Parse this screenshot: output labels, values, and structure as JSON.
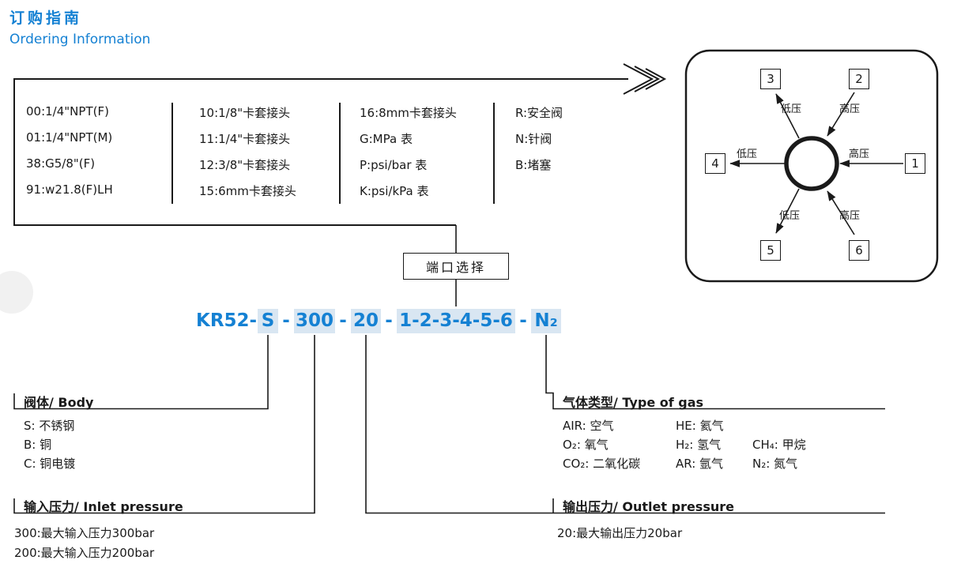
{
  "header": {
    "title_cn": "订购指南",
    "title_en": "Ordering Information"
  },
  "options_box": {
    "col1": [
      "00:1/4\"NPT(F)",
      "01:1/4\"NPT(M)",
      "38:G5/8\"(F)",
      "91:w21.8(F)LH"
    ],
    "col2": [
      "10:1/8\"卡套接头",
      "11:1/4\"卡套接头",
      "12:3/8\"卡套接头",
      "15:6mm卡套接头"
    ],
    "col3": [
      "16:8mm卡套接头",
      "G:MPa 表",
      "P:psi/bar 表",
      "K:psi/kPa 表"
    ],
    "col4": [
      "R:安全阀",
      "N:针阀",
      "B:堵塞"
    ]
  },
  "port_selector": {
    "label": "端口选择"
  },
  "port_diagram": {
    "ports": [
      "1",
      "2",
      "3",
      "4",
      "5",
      "6"
    ],
    "low": "低压",
    "high": "高压"
  },
  "order_code": {
    "prefix": "KR52-",
    "sep": "-",
    "body": "S",
    "inlet": "300",
    "outlet": "20",
    "ports": "1-2-3-4-5-6",
    "gas": "N₂"
  },
  "sections": {
    "body": {
      "title": "阀体/ Body",
      "items": [
        "S: 不锈钢",
        "B: 铜",
        "C: 铜电镀"
      ]
    },
    "gas": {
      "title": "气体类型/ Type of gas",
      "rows": [
        [
          "AIR: 空气",
          "HE: 氦气"
        ],
        [
          "O₂: 氧气",
          "H₂: 氢气",
          "CH₄: 甲烷"
        ],
        [
          "CO₂: 二氧化碳",
          "AR: 氩气",
          "N₂: 氮气"
        ]
      ]
    },
    "inlet": {
      "title": "输入压力/ Inlet pressure",
      "items": [
        "300:最大输入压力300bar",
        "200:最大输入压力200bar"
      ]
    },
    "outlet": {
      "title": "输出压力/ Outlet pressure",
      "items": [
        "20:最大输出压力20bar"
      ]
    }
  },
  "colors": {
    "accent_blue": "#1581d3",
    "highlight": "#d9e6f2",
    "line": "#1a1a1a"
  }
}
